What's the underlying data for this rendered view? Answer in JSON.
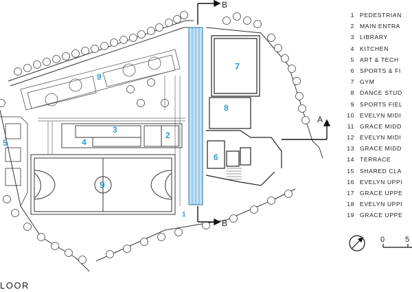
{
  "legend": [
    {
      "num": "1",
      "label": "PEDESTRIAN"
    },
    {
      "num": "2",
      "label": "MAIN ENTRA"
    },
    {
      "num": "3",
      "label": "LIBRARY"
    },
    {
      "num": "4",
      "label": "KITCHEN"
    },
    {
      "num": "5",
      "label": "ART & TECH"
    },
    {
      "num": "6",
      "label": "SPORTS & FI"
    },
    {
      "num": "7",
      "label": "GYM"
    },
    {
      "num": "8",
      "label": "DANCE STUD"
    },
    {
      "num": "9",
      "label": "SPORTS FIEL"
    },
    {
      "num": "10",
      "label": "EVELYN MIDI"
    },
    {
      "num": "11",
      "label": "GRACE MIDD"
    },
    {
      "num": "12",
      "label": "EVELYN MIDI"
    },
    {
      "num": "13",
      "label": "GRACE MIDD"
    },
    {
      "num": "14",
      "label": "TERRACE"
    },
    {
      "num": "15",
      "label": "SHARED CLA"
    },
    {
      "num": "16",
      "label": "EVELYN UPPI"
    },
    {
      "num": "17",
      "label": "GRACE UPPE"
    },
    {
      "num": "18",
      "label": "EVELYN UPPI"
    },
    {
      "num": "19",
      "label": "GRACE UPPE"
    }
  ],
  "section_marks": {
    "b": "B",
    "a": "A"
  },
  "room_tags": {
    "sports_field_top": "9",
    "gym": "7",
    "dance_studio": "8",
    "library": "3",
    "main_entrance": "2",
    "kitchen": "4",
    "art_tech": "5",
    "sports_fitness": "6",
    "sports_field_main": "9",
    "pedestrian": "1"
  },
  "scale": {
    "zero": "0",
    "five": "5"
  },
  "floor_label": "LOOR",
  "colors": {
    "accent": "#2a9fd6",
    "line": "#333333",
    "walkway": "#bfe3f5"
  }
}
